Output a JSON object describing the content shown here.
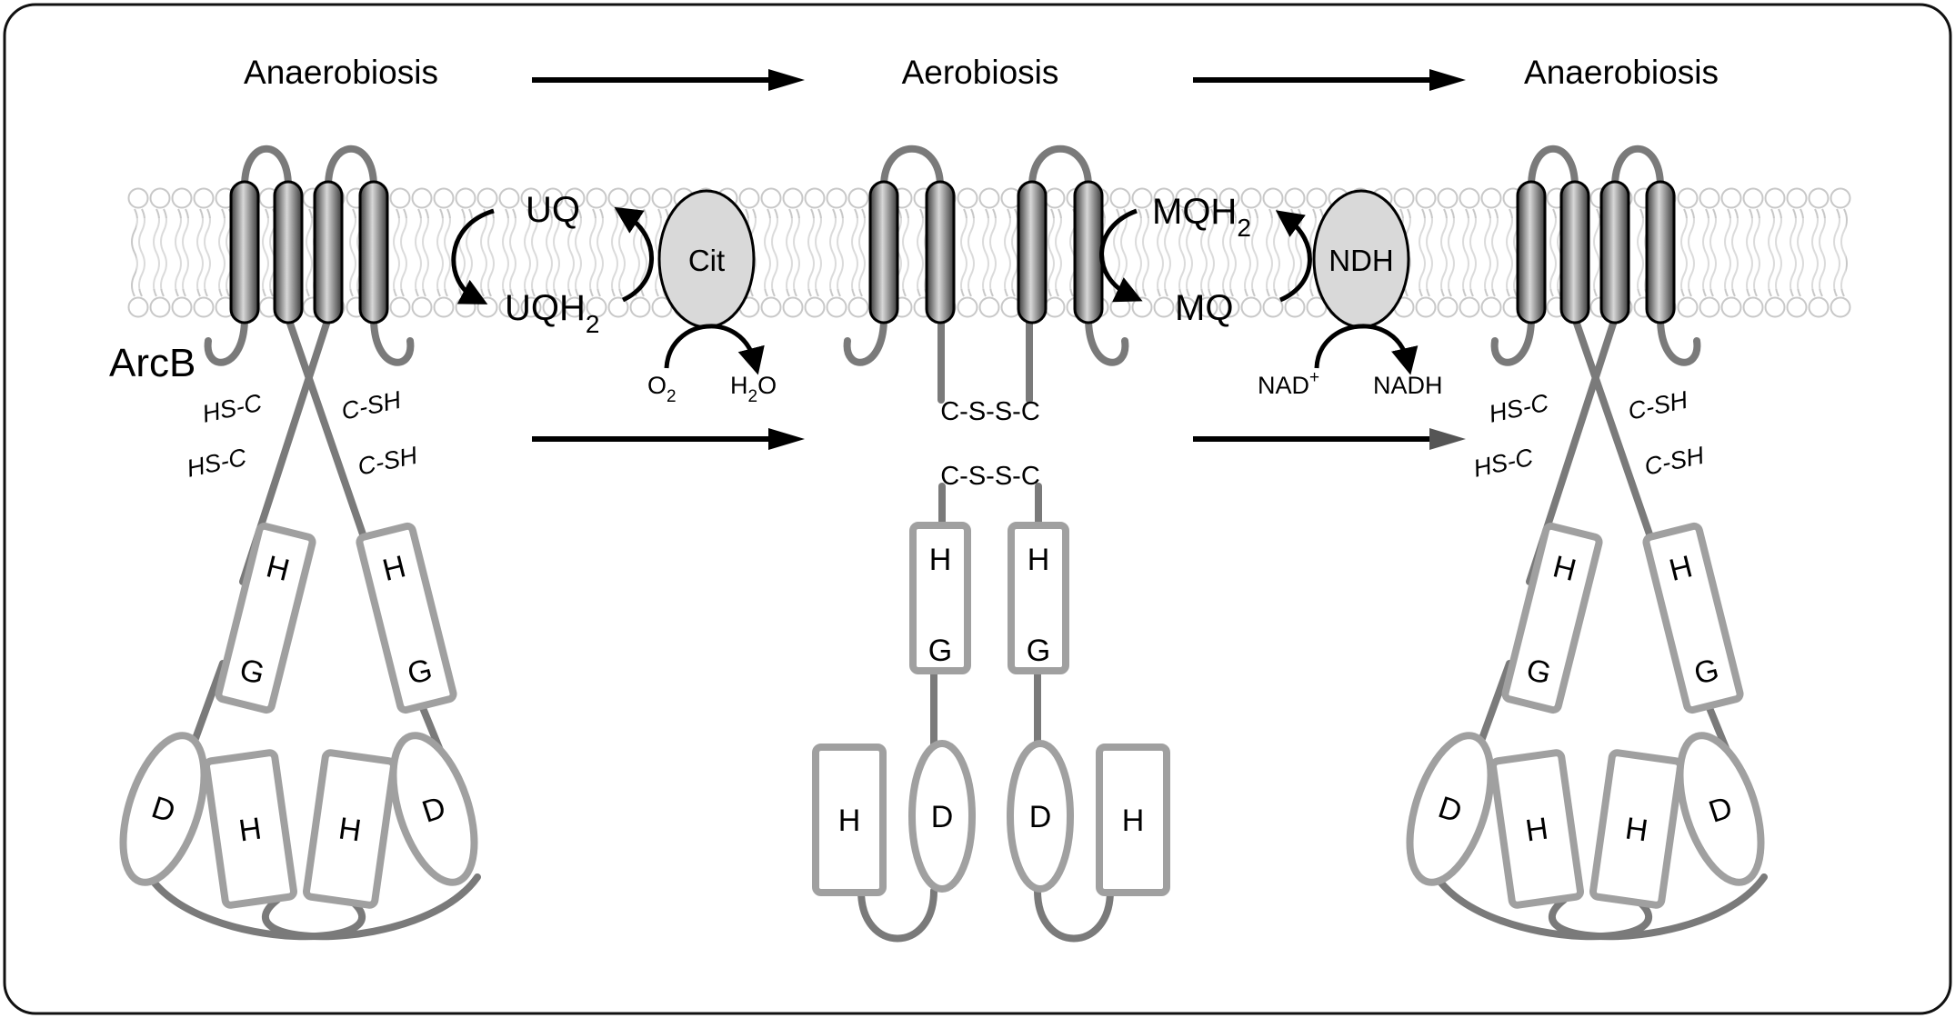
{
  "stages": [
    {
      "title": "Anaerobiosis",
      "state": "reduced",
      "protein_label": "ArcB",
      "cysteines_left": [
        "HS-C",
        "HS-C"
      ],
      "cysteines_right": [
        "C-SH",
        "C-SH"
      ],
      "transmitter_domains": [
        {
          "top": "H",
          "bottom": "G"
        },
        {
          "top": "H",
          "bottom": "G"
        }
      ],
      "c_terminal_domains": [
        "D",
        "H",
        "H",
        "D"
      ]
    },
    {
      "title": "Aerobiosis",
      "state": "oxidized",
      "disulfides": [
        "C-S-S-C",
        "C-S-S-C"
      ],
      "transmitter_domains": [
        {
          "top": "H",
          "bottom": "G"
        },
        {
          "top": "H",
          "bottom": "G"
        }
      ],
      "c_terminal_domains": [
        "H",
        "D",
        "D",
        "H"
      ]
    },
    {
      "title": "Anaerobiosis",
      "state": "reduced",
      "cysteines_left": [
        "HS-C",
        "HS-C"
      ],
      "cysteines_right": [
        "C-SH",
        "C-SH"
      ],
      "transmitter_domains": [
        {
          "top": "H",
          "bottom": "G"
        },
        {
          "top": "H",
          "bottom": "G"
        }
      ],
      "c_terminal_domains": [
        "D",
        "H",
        "H",
        "D"
      ]
    }
  ],
  "reactions": [
    {
      "enzyme": "Cit",
      "quinone_top": {
        "base": "UQ",
        "sub": ""
      },
      "quinone_bottom": {
        "base": "UQH",
        "sub": "2"
      },
      "substrate": {
        "base": "O",
        "sub": "2",
        "sup": ""
      },
      "product": {
        "pre": "H",
        "sub": "2",
        "post": "O"
      }
    },
    {
      "enzyme": "NDH",
      "quinone_top": {
        "base": "MQH",
        "sub": "2"
      },
      "quinone_bottom": {
        "base": "MQ",
        "sub": ""
      },
      "substrate": {
        "base": "NAD",
        "sub": "",
        "sup": "+"
      },
      "product": {
        "pre": "NADH",
        "sub": "",
        "post": ""
      }
    }
  ],
  "colors": {
    "linker": "#7a7a7a",
    "domain_outline": "#a0a0a0",
    "membrane_lipid": "#c8c8c8",
    "helix_dark": "#3a3a3a",
    "helix_light": "#d8d8d8",
    "enzyme_fill": "#d9d9d9",
    "arrow": "#000000",
    "arrow_grey": "#555555"
  }
}
